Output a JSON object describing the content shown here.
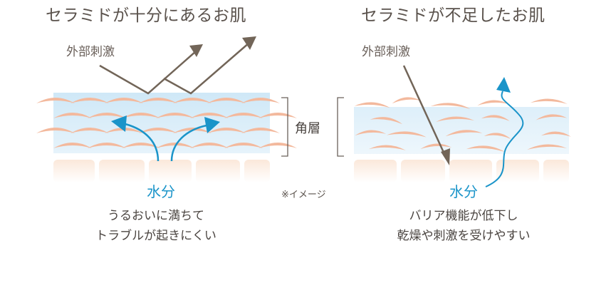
{
  "left_panel": {
    "title": "セラミドが十分にあるお肌",
    "stimulus_label": "外部刺激",
    "water_label": "水分",
    "caption_lines": [
      "うるおいに満ちて",
      "トラブルが起きにくい"
    ]
  },
  "right_panel": {
    "title": "セラミドが不足したお肌",
    "stimulus_label": "外部刺激",
    "water_label": "水分",
    "caption_lines": [
      "バリア機能が低下し",
      "乾燥や刺激を受けやすい"
    ]
  },
  "layer_label": "角層",
  "image_note": "※イメージ",
  "colors": {
    "cell": "#f3b99d",
    "layer_bg": "#d4ebf8",
    "lower_skin": "#fdf0e6",
    "arrow_gray": "#726558",
    "arrow_blue": "#1a94c9",
    "bracket": "#6a605a"
  }
}
